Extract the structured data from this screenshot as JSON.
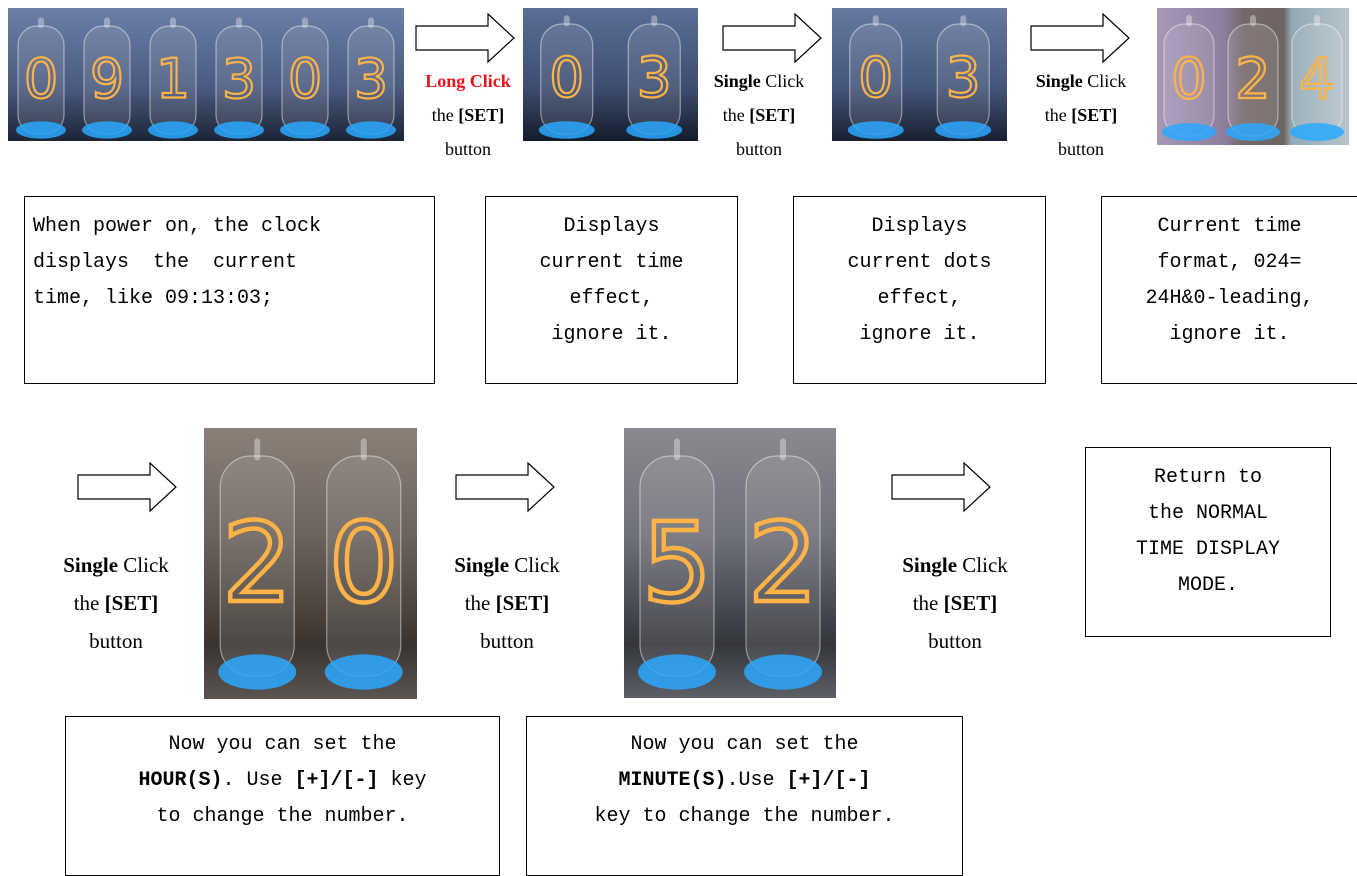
{
  "steps": [
    {
      "bold": "Long Click",
      "rest": "the [SET] button"
    },
    {
      "bold": "Single",
      "mid": " Click",
      "rest": "the [SET] button"
    },
    {
      "bold": "Single",
      "mid": " Click",
      "rest": "the [SET] button"
    },
    {
      "bold": "Single",
      "mid": " Click",
      "rest": "the [SET] button"
    },
    {
      "bold": "Single",
      "mid": " Click",
      "rest": "the [SET] button"
    },
    {
      "bold": "Single",
      "mid": " Click",
      "rest": "the [SET] button"
    }
  ],
  "step_word": {
    "the": "the",
    "set": "[SET]",
    "button": "button"
  },
  "photos": {
    "p1": [
      "0",
      "9",
      "1",
      "3",
      "0",
      "3"
    ],
    "p2": [
      "0",
      "3"
    ],
    "p3": [
      "0",
      "3"
    ],
    "p4": [
      "0",
      "2",
      "4"
    ],
    "p5": [
      "2",
      "0"
    ],
    "p6": [
      "5",
      "2"
    ]
  },
  "boxes": {
    "power_on": [
      "When power on, the clock",
      "displays  the  current",
      "time, like 09:13:03;"
    ],
    "time_effect": [
      "Displays",
      "current time",
      "effect,",
      "ignore it."
    ],
    "dots_effect": [
      "Displays",
      "current dots",
      "effect,",
      "ignore it."
    ],
    "time_format": [
      "Current time",
      "format, 024=",
      "24H&0-leading,",
      "ignore it."
    ],
    "return": [
      "Return to",
      "the NORMAL",
      "TIME DISPLAY",
      "MODE."
    ],
    "hours": {
      "l1": "Now you can set the",
      "l2_bold": "HOUR(S)",
      "l2_mid": ". Use ",
      "l2_key": "[+]/[-]",
      "l2_end": " key",
      "l3": "to change the number."
    },
    "minutes": {
      "l1": "Now you can set the",
      "l2_bold": "MINUTE(S)",
      "l2_mid": ".Use ",
      "l2_key": "[+]/[-]",
      "l3": "key to change the number."
    }
  },
  "colors": {
    "accent_red": "#e8141c",
    "digit": "#ffb347",
    "tube_base": "#2aa8ff"
  }
}
